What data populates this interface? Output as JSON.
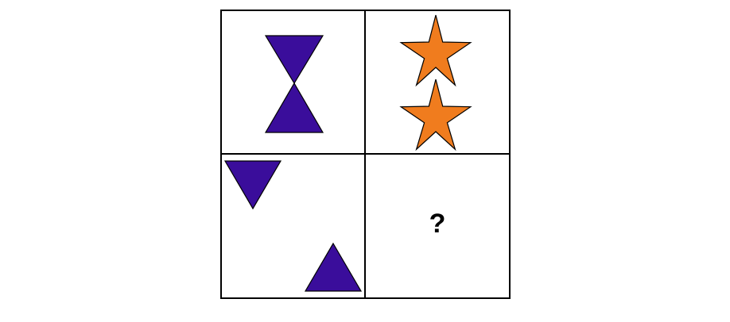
{
  "puzzle": {
    "question_mark": "?",
    "colors": {
      "triangle_fill": "#3a0d9b",
      "star_fill": "#f07c1e",
      "outline": "#000000",
      "background": "#ffffff"
    },
    "cells": [
      {
        "name": "top-left",
        "content": "hourglass-triangles"
      },
      {
        "name": "top-right",
        "content": "stacked-stars"
      },
      {
        "name": "bottom-left",
        "content": "separated-triangles"
      },
      {
        "name": "bottom-right",
        "content": "unknown"
      }
    ]
  }
}
